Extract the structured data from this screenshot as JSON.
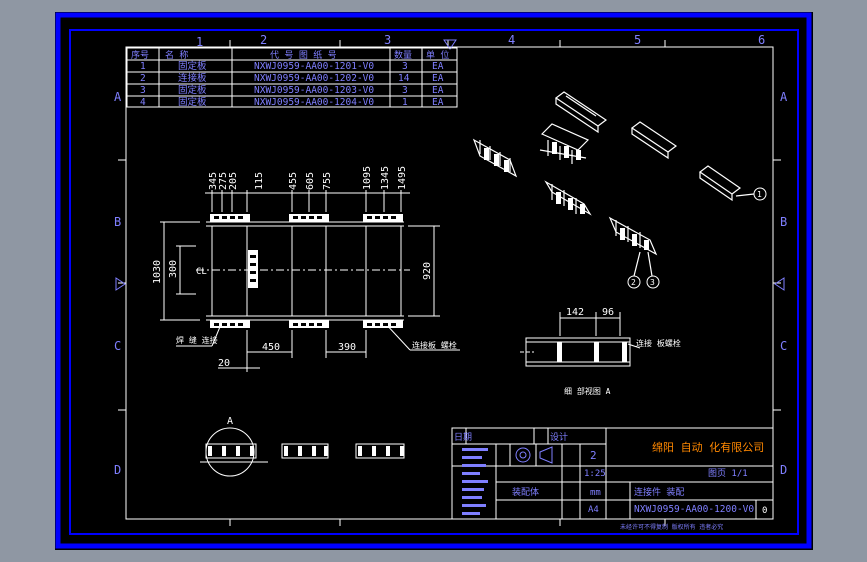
{
  "colors": {
    "background": "#8f97a3",
    "sheet": "#000000",
    "border_outer": "#0000ff",
    "frame": "#ffffff",
    "grid_label": "#7f7fff",
    "bom_text": "#7f7fff",
    "dimension": "#ffffff",
    "part_fill": "#ffffff",
    "company": "#ff8800",
    "title_text": "#7f7fff"
  },
  "icons": {
    "section_marker": "triangle-down-icon",
    "side_marker": "triangle-right-icon",
    "projection_symbol": "first-angle-projection-icon"
  },
  "grid": {
    "columns": [
      "1",
      "2",
      "3",
      "4",
      "5",
      "6"
    ],
    "rows": [
      "A",
      "B",
      "C",
      "D"
    ]
  },
  "bom": {
    "headers": [
      "序号",
      "名 称",
      "代 号 图 纸 号",
      "数量",
      "单 位"
    ],
    "rows": [
      {
        "no": "1",
        "name": "固定板",
        "code": "NXWJ0959-AA00-1201-V0",
        "qty": "3",
        "unit": "EA"
      },
      {
        "no": "2",
        "name": "连接板",
        "code": "NXWJ0959-AA00-1202-V0",
        "qty": "14",
        "unit": "EA"
      },
      {
        "no": "3",
        "name": "固定板",
        "code": "NXWJ0959-AA00-1203-V0",
        "qty": "3",
        "unit": "EA"
      },
      {
        "no": "4",
        "name": "固定板",
        "code": "NXWJ0959-AA00-1204-V0",
        "qty": "1",
        "unit": "EA"
      }
    ]
  },
  "main_view": {
    "top_dims": [
      "345",
      "275",
      "205",
      "115",
      "455",
      "605",
      "755",
      "1095",
      "1345",
      "1495"
    ],
    "left_dims": [
      "1030",
      "300"
    ],
    "right_dim": "920",
    "bottom_dims": [
      "20",
      "450",
      "390"
    ],
    "centerline_label": "CL",
    "leader_left": "焊 缝 连接",
    "leader_right": "连接板 螺栓"
  },
  "detail_view": {
    "dims": [
      "142",
      "96"
    ],
    "label": "连接 板螺栓",
    "caption": "细 部视图 A"
  },
  "section_view": {
    "label": "A"
  },
  "balloons": [
    "1",
    "2",
    "3"
  ],
  "title_block": {
    "company": "绵阳 自动 化有限公司",
    "sheets_value": "2",
    "scale": "1:25",
    "page": "图页 1/1",
    "unit": "mm",
    "material": "装配体",
    "name": "连接件 装配",
    "drawing_number": "NXWJ0959-AA00-1200-V0",
    "revision": "0",
    "paper_size": "A4",
    "header_cells": [
      "日期",
      "设计"
    ],
    "footer_note": "未经许可不得复制 版权所有 违者必究"
  }
}
